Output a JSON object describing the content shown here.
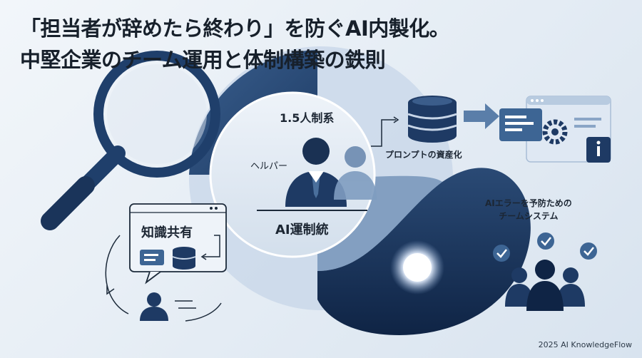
{
  "title": {
    "line1": "「担当者が辞めたら終わり」を防ぐAI内製化。",
    "line2": "中堅企業のチーム運用と体制構築の鉄則"
  },
  "center": {
    "label_top": "1.5人制系",
    "label_helper": "ヘルパー",
    "label_bottom": "AI運制統"
  },
  "prompt_assets": {
    "label": "プロンプトの資産化"
  },
  "knowledge": {
    "label": "知識共有"
  },
  "team_system": {
    "line1": "AIエラーを予防ための",
    "line2": "チームシステム"
  },
  "footer": {
    "copyright": "2025 AI KnowledgeFlow"
  },
  "colors": {
    "navy": "#1f3f6b",
    "mid_blue": "#4a6f9c",
    "light_blue": "#c3d3e6",
    "text": "#17202b"
  }
}
